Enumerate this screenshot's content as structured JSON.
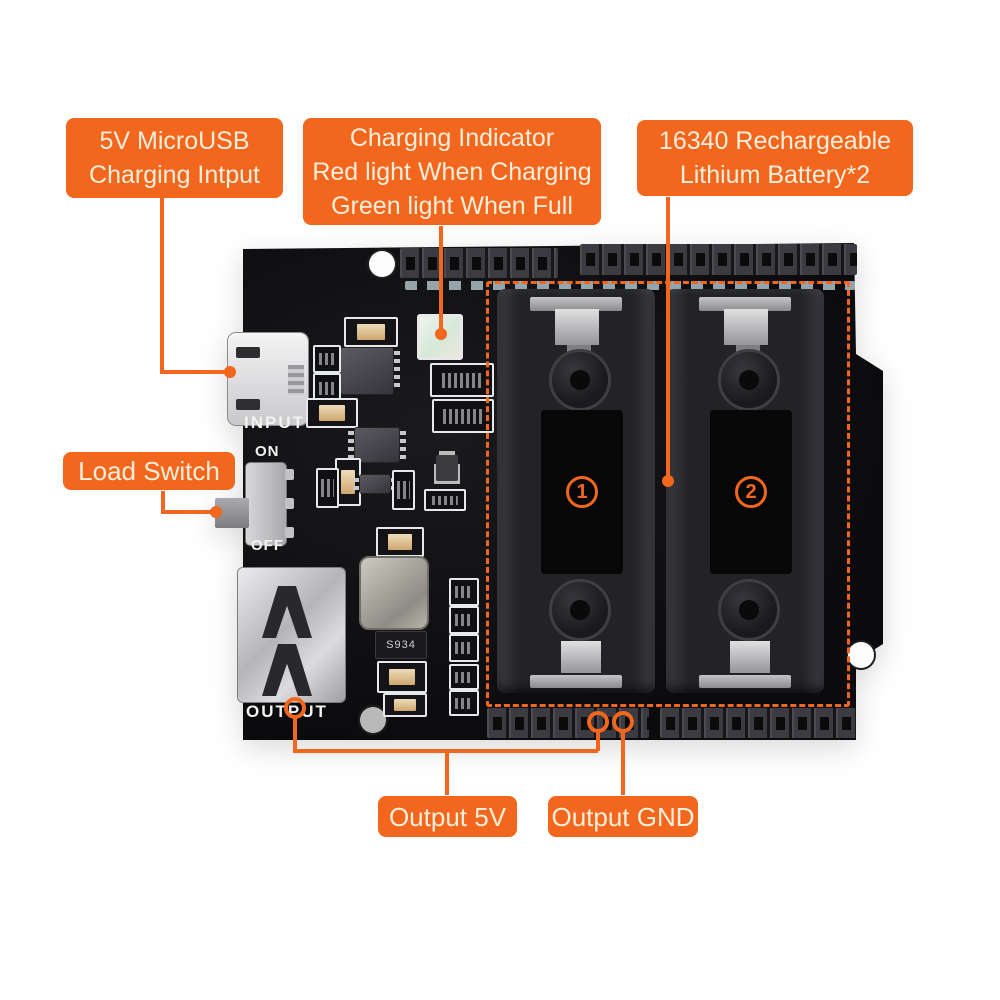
{
  "colors": {
    "accent": "#f2671d",
    "label_text": "#fbeedb",
    "board": "#0d0d0f",
    "background": "#ffffff"
  },
  "callouts": {
    "charging_input": {
      "lines": [
        "5V MicroUSB",
        "Charging Intput"
      ]
    },
    "charging_indicator": {
      "lines": [
        "Charging Indicator",
        "Red light When Charging",
        "Green light When Full"
      ]
    },
    "battery": {
      "lines": [
        "16340 Rechargeable",
        "Lithium Battery*2"
      ]
    },
    "load_switch": {
      "lines": [
        "Load Switch"
      ]
    },
    "output_5v": {
      "lines": [
        "Output 5V"
      ]
    },
    "output_gnd": {
      "lines": [
        "Output GND"
      ]
    }
  },
  "board": {
    "silkscreen": {
      "input": "INPUT",
      "on": "ON",
      "off": "OFF",
      "output": "OUTPUT"
    },
    "markings": {
      "diode": "S934",
      "battery_slot_1": "1",
      "battery_slot_2": "2"
    }
  }
}
